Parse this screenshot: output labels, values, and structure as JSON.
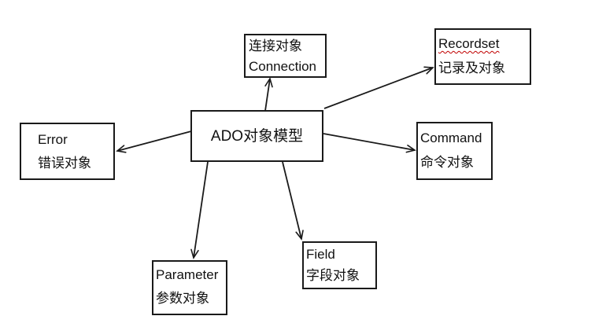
{
  "diagram": {
    "title_node": {
      "label": "ADO对象模型"
    },
    "nodes": {
      "connection": {
        "line1": "连接对象",
        "line2": "Connection"
      },
      "recordset": {
        "line1": "Recordset",
        "line2": "记录及对象"
      },
      "error": {
        "line1": "Error",
        "line2": "错误对象"
      },
      "command": {
        "line1": "Command",
        "line2": "命令对象"
      },
      "parameter": {
        "line1": "Parameter",
        "line2": "参数对象"
      },
      "field": {
        "line1": "Field",
        "line2": "字段对象"
      }
    },
    "edges": [
      {
        "from": "ADO对象模型",
        "to": "连接对象 Connection"
      },
      {
        "from": "ADO对象模型",
        "to": "Recordset 记录及对象"
      },
      {
        "from": "ADO对象模型",
        "to": "Error 错误对象"
      },
      {
        "from": "ADO对象模型",
        "to": "Command 命令对象"
      },
      {
        "from": "ADO对象模型",
        "to": "Parameter 参数对象"
      },
      {
        "from": "ADO对象模型",
        "to": "Field 字段对象"
      }
    ],
    "spellcheck_flagged": [
      "Recordset"
    ]
  },
  "colors": {
    "background": "#ffffff",
    "box_border": "#1a1a1a",
    "text": "#111111",
    "line": "#1a1a1a",
    "spellcheck": "#c00000"
  }
}
